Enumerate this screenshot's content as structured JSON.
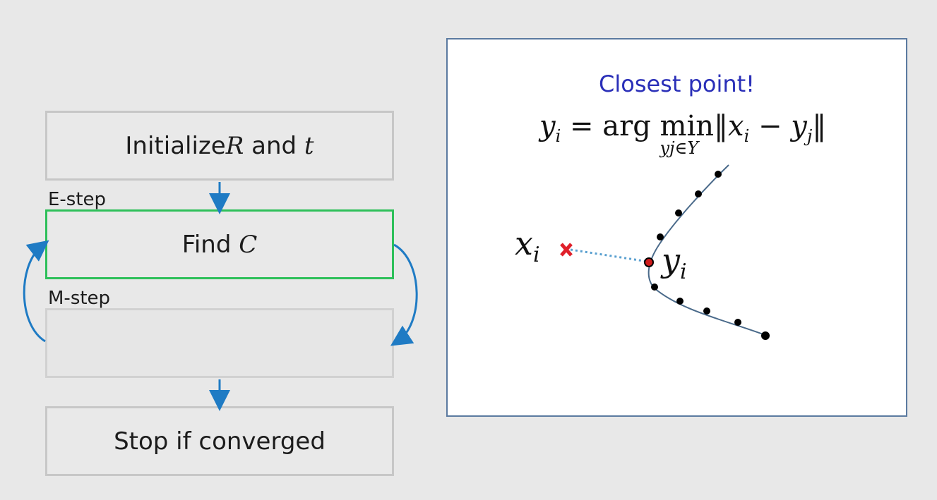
{
  "flow": {
    "init": {
      "text": "Initialize ",
      "r": "R",
      "and": " and ",
      "t": "t"
    },
    "e_step": "E-step",
    "find": {
      "text": "Find ",
      "c": "C"
    },
    "m_step": "M-step",
    "stop": "Stop if converged"
  },
  "panel": {
    "title": "Closest point!",
    "formula": {
      "lhs": "y",
      "lhs_sub": "i",
      "eq": " = arg ",
      "op": "min",
      "under": "yj∈Y",
      "x": "x",
      "x_sub": "i",
      "minus": " − ",
      "y": "y",
      "y_sub": "j"
    },
    "label_x": "x",
    "label_x_sub": "i",
    "label_y": "y",
    "label_y_sub": "i"
  },
  "colors": {
    "arrow": "#1f7bc4",
    "active_border": "#2ec05a",
    "title": "#2a2fb8",
    "marker_x": "#e0202a",
    "curve": "#4a6a8a"
  }
}
